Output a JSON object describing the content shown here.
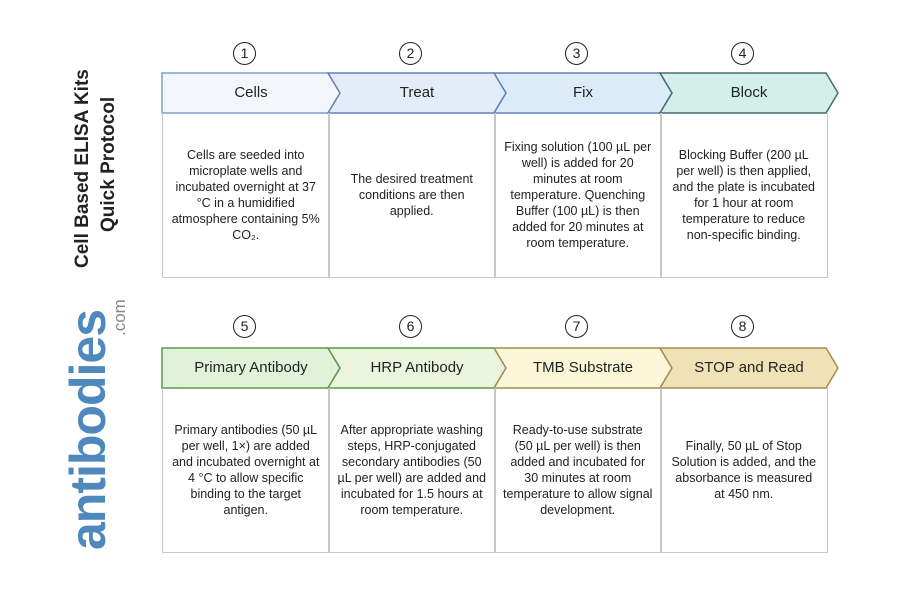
{
  "title": {
    "line1": "Cell Based ELISA Kits",
    "line2": "Quick Protocol"
  },
  "logo": {
    "text": "antibodies",
    "suffix": ".com",
    "color": "#4f88bd"
  },
  "steps": [
    {
      "number": "1",
      "label": "Cells",
      "fill": "#f3f7fc",
      "stroke": "#7f9fc8",
      "description": "Cells are seeded into microplate wells and incubated overnight at 37 °C in a humidified atmosphere containing 5% CO₂."
    },
    {
      "number": "2",
      "label": "Treat",
      "fill": "#e4ecf9",
      "stroke": "#6282b8",
      "description": "The desired treatment conditions are then applied."
    },
    {
      "number": "3",
      "label": "Fix",
      "fill": "#dcebf8",
      "stroke": "#6282b8",
      "description": "Fixing solution (100 µL per well) is added for 20 minutes at room temperature. Quenching Buffer (100 µL) is then added for 20 minutes at room temperature."
    },
    {
      "number": "4",
      "label": "Block",
      "fill": "#d4efe9",
      "stroke": "#456f6c",
      "description": "Blocking Buffer (200 µL per well) is then applied, and the plate is incubated for 1 hour at room temperature to reduce non-specific binding."
    },
    {
      "number": "5",
      "label": "Primary Antibody",
      "fill": "#e0f3da",
      "stroke": "#5c9a4a",
      "description": "Primary antibodies (50 µL per well, 1×) are added and incubated overnight at 4 °C to allow specific binding to the target antigen."
    },
    {
      "number": "6",
      "label": "HRP Antibody",
      "fill": "#ebf5dd",
      "stroke": "#5c9a4a",
      "description": "After appropriate washing steps, HRP-conjugated secondary antibodies (50 µL per well) are added and incubated for 1.5 hours at room temperature."
    },
    {
      "number": "7",
      "label": "TMB Substrate",
      "fill": "#fbf6d8",
      "stroke": "#a48c52",
      "description": "Ready-to-use substrate (50 µL per well) is then added and incubated for 30 minutes at room temperature to allow signal development."
    },
    {
      "number": "8",
      "label": "STOP and Read",
      "fill": "#f1e2b5",
      "stroke": "#a48c52",
      "description": "Finally, 50 µL of Stop Solution is added, and the absorbance is measured at 450 nm."
    }
  ]
}
